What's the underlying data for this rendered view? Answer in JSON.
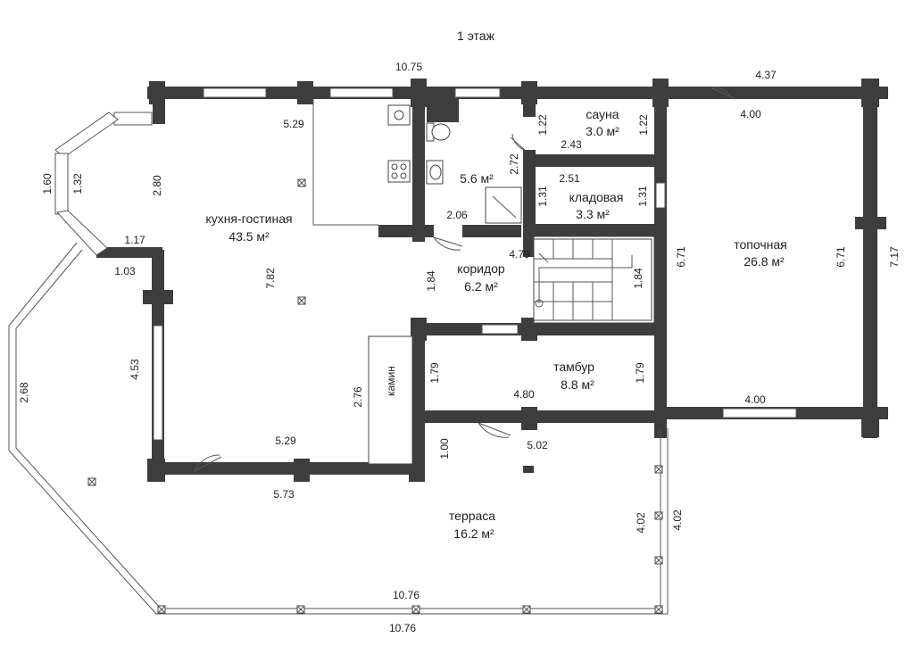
{
  "title": "1 этаж",
  "rooms": [
    {
      "id": "kitchen",
      "name": "кухня-гостиная",
      "area": "43.5 м²"
    },
    {
      "id": "bath",
      "name": "",
      "area": "5.6 м²"
    },
    {
      "id": "sauna",
      "name": "сауна",
      "area": "3.0 м²"
    },
    {
      "id": "pantry",
      "name": "кладовая",
      "area": "3.3 м²"
    },
    {
      "id": "corridor",
      "name": "коридор",
      "area": "6.2 м²"
    },
    {
      "id": "boiler",
      "name": "топочная",
      "area": "26.8 м²"
    },
    {
      "id": "vestibule",
      "name": "тамбур",
      "area": "8.8 м²"
    },
    {
      "id": "terrace",
      "name": "терраса",
      "area": "16.2 м²"
    }
  ],
  "fireplace_label": "камин",
  "dimensions": [
    "10.75",
    "4.37",
    "4.00",
    "5.29",
    "1.22",
    "1.22",
    "2.43",
    "2.72",
    "2.51",
    "1.31",
    "1.31",
    "2.80",
    "1.32",
    "1.60",
    "1.17",
    "1.03",
    "2.06",
    "4.79",
    "7.82",
    "1.84",
    "1.84",
    "6.71",
    "6.71",
    "7.17",
    "4.53",
    "2.68",
    "2.76",
    "1.79",
    "1.79",
    "4.80",
    "4.00",
    "5.29",
    "5.02",
    "1.00",
    "5.73",
    "4.02",
    "4.02",
    "10.76",
    "10.76"
  ]
}
